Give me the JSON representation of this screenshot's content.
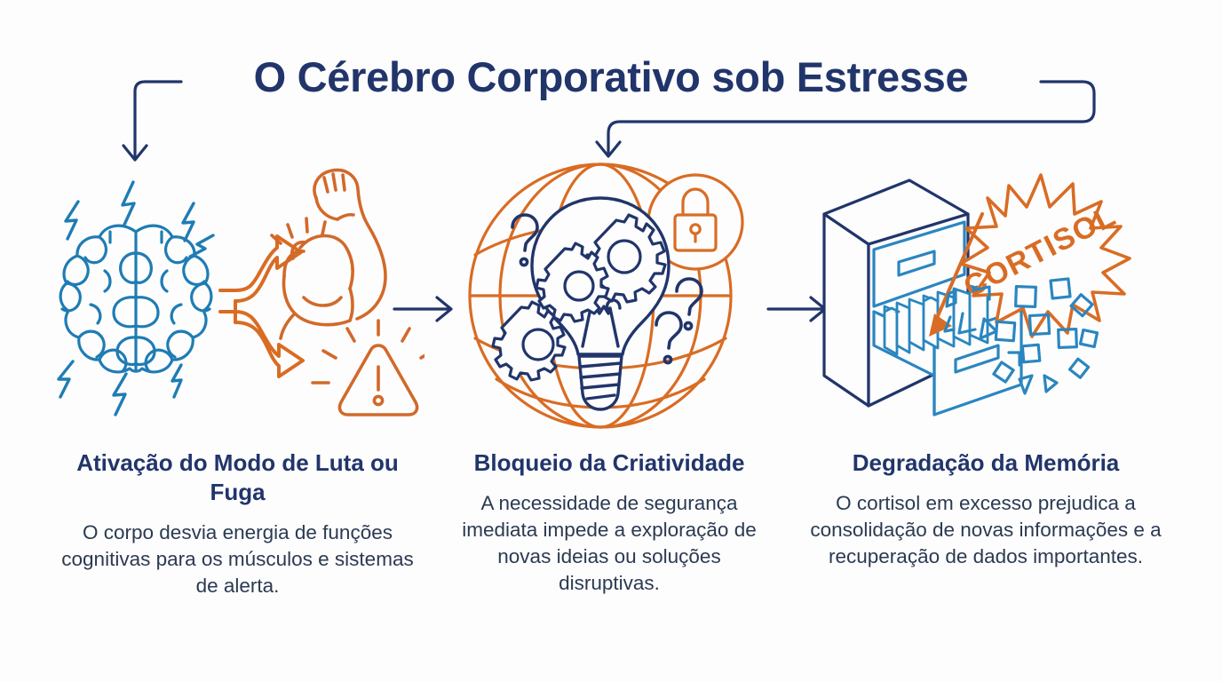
{
  "title": "O Cérebro Corporativo sob Estresse",
  "colors": {
    "navy": "#21356b",
    "brain_blue": "#1f7cb4",
    "cabinet_blue": "#2a86c0",
    "orange": "#d96c24",
    "body_text": "#2b3a52",
    "background": "#fdfdfd"
  },
  "columns": [
    {
      "id": "fight-or-flight",
      "heading": "Ativação do Modo de Luta ou Fuga",
      "body": "O corpo desvia energia de funções cognitivas para os músculos e sistemas de alerta.",
      "icons": [
        "brain-icon",
        "lightning-bolt-icon",
        "flexed-bicep-icon",
        "warning-triangle-icon",
        "branching-arrow-icon"
      ]
    },
    {
      "id": "creativity-block",
      "heading": "Bloqueio da Criatividade",
      "body": "A necessidade de segurança imediata impede a exploração de novas ideias ou soluções disruptivas.",
      "icons": [
        "globe-icon",
        "lightbulb-icon",
        "gear-icon",
        "padlock-icon",
        "question-mark-icon"
      ]
    },
    {
      "id": "memory-degradation",
      "heading": "Degradação da Memória",
      "body": "O cortisol em excesso prejudica a consolidação de novas informações e a recuperação de dados importantes.",
      "icons": [
        "filing-cabinet-icon",
        "folder-icon",
        "starburst-icon",
        "arrow-icon",
        "scattered-fragments-icon"
      ]
    }
  ],
  "labels": {
    "cortisol": "CORTISOL"
  },
  "flow": {
    "arrow_1": "arrow-right-icon",
    "arrow_2": "arrow-right-icon",
    "title_connector_left": "title-connector-left",
    "title_connector_right": "title-connector-right"
  }
}
